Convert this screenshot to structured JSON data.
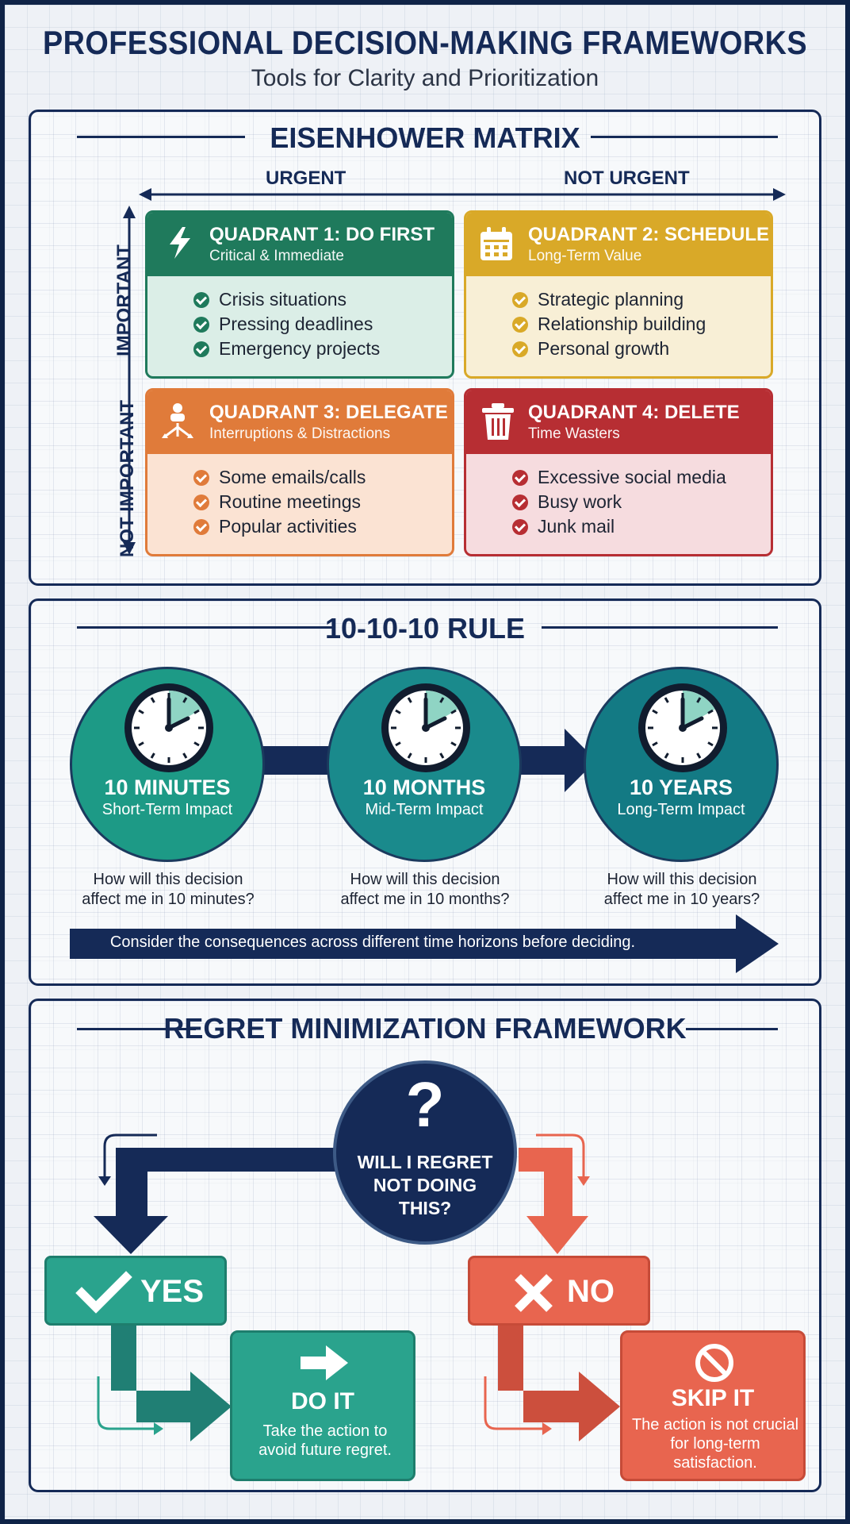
{
  "title": "PROFESSIONAL DECISION-MAKING FRAMEWORKS",
  "subtitle": "Tools for Clarity and Prioritization",
  "eisenhower": {
    "title": "EISENHOWER MATRIX",
    "urgent": "URGENT",
    "not_urgent": "NOT URGENT",
    "important": "IMPORTANT",
    "not_important": "NOT IMPORTANT",
    "quadrants": [
      {
        "title": "QUADRANT 1: DO FIRST",
        "sub": "Critical & Immediate",
        "icon": "lightning-icon",
        "items": [
          "Crisis situations",
          "Pressing deadlines",
          "Emergency projects"
        ],
        "head_color": "#1f7a5c",
        "body_color": "#dbeee7",
        "dot_color": "#1f7a5c"
      },
      {
        "title": "QUADRANT 2: SCHEDULE",
        "sub": "Long-Term Value",
        "icon": "calendar-icon",
        "items": [
          "Strategic planning",
          "Relationship building",
          "Personal growth"
        ],
        "head_color": "#d9a928",
        "body_color": "#f8efd6",
        "dot_color": "#d9a928"
      },
      {
        "title": "QUADRANT 3: DELEGATE",
        "sub": "Interruptions & Distractions",
        "icon": "delegate-people-icon",
        "items": [
          "Some emails/calls",
          "Routine meetings",
          "Popular activities"
        ],
        "head_color": "#e07b3a",
        "body_color": "#fbe3d3",
        "dot_color": "#e07b3a"
      },
      {
        "title": "QUADRANT 4: DELETE",
        "sub": "Time Wasters",
        "icon": "trash-icon",
        "items": [
          "Excessive social media",
          "Busy work",
          "Junk mail"
        ],
        "head_color": "#b72e33",
        "body_color": "#f6dcdf",
        "dot_color": "#b72e33"
      }
    ]
  },
  "rule": {
    "title": "10-10-10 RULE",
    "stages": [
      {
        "main": "10 MINUTES",
        "sub": "Short-Term Impact",
        "question_1": "How will this decision",
        "question_2": "affect me in 10 minutes?",
        "color": "#1d9a86"
      },
      {
        "main": "10 MONTHS",
        "sub": "Mid-Term Impact",
        "question_1": "How will this decision",
        "question_2": "affect me in 10 months?",
        "color": "#1a8a8c"
      },
      {
        "main": "10 YEARS",
        "sub": "Long-Term Impact",
        "question_1": "How will this decision",
        "question_2": "affect me in 10 years?",
        "color": "#137a84"
      }
    ],
    "banner": "Consider the consequences across different time horizons before deciding."
  },
  "regret": {
    "title": "REGRET MINIMIZATION FRAMEWORK",
    "question_mark": "?",
    "question_1": "WILL I REGRET",
    "question_2": "NOT DOING",
    "question_3": "THIS?",
    "yes": "YES",
    "no": "NO",
    "do_title": "DO IT",
    "do_desc_1": "Take the action to",
    "do_desc_2": "avoid future regret.",
    "skip_title": "SKIP IT",
    "skip_desc_1": "The action is not crucial",
    "skip_desc_2": "for long-term",
    "skip_desc_3": "satisfaction.",
    "colors": {
      "navy": "#152a57",
      "teal": "#2aa38d",
      "coral": "#e8654f"
    }
  }
}
